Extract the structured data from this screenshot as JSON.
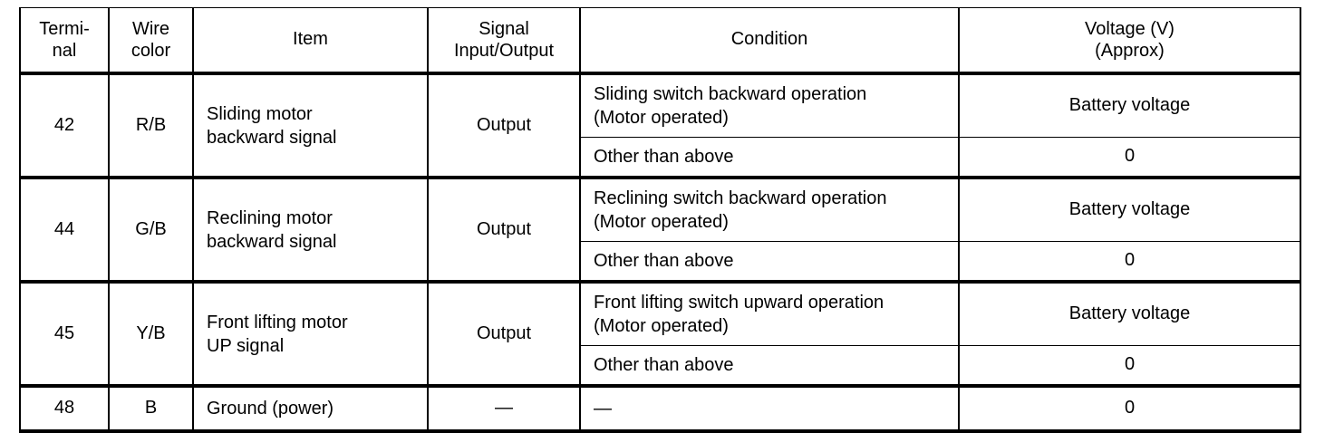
{
  "table": {
    "columns": [
      {
        "key": "terminal",
        "label_lines": [
          "Termi-",
          "nal"
        ]
      },
      {
        "key": "wire_color",
        "label_lines": [
          "Wire",
          "color"
        ]
      },
      {
        "key": "item",
        "label_lines": [
          "Item"
        ]
      },
      {
        "key": "signal_io",
        "label_lines": [
          "Signal",
          "Input/Output"
        ]
      },
      {
        "key": "condition",
        "label_lines": [
          "Condition"
        ]
      },
      {
        "key": "voltage",
        "label_lines": [
          "Voltage (V)",
          "(Approx)"
        ]
      }
    ],
    "groups": [
      {
        "terminal": "42",
        "wire_color": "R/B",
        "item_lines": [
          "Sliding motor",
          "backward signal"
        ],
        "signal_io": "Output",
        "rows": [
          {
            "condition_lines": [
              "Sliding switch backward operation",
              "(Motor operated)"
            ],
            "voltage": "Battery voltage"
          },
          {
            "condition_lines": [
              "Other than above"
            ],
            "voltage": "0"
          }
        ]
      },
      {
        "terminal": "44",
        "wire_color": "G/B",
        "item_lines": [
          "Reclining motor",
          "backward signal"
        ],
        "signal_io": "Output",
        "rows": [
          {
            "condition_lines": [
              "Reclining switch backward operation",
              "(Motor operated)"
            ],
            "voltage": "Battery voltage"
          },
          {
            "condition_lines": [
              "Other than above"
            ],
            "voltage": "0"
          }
        ]
      },
      {
        "terminal": "45",
        "wire_color": "Y/B",
        "item_lines": [
          "Front lifting motor",
          "UP signal"
        ],
        "signal_io": "Output",
        "rows": [
          {
            "condition_lines": [
              "Front lifting switch upward operation",
              "(Motor operated)"
            ],
            "voltage": "Battery voltage"
          },
          {
            "condition_lines": [
              "Other than above"
            ],
            "voltage": "0"
          }
        ]
      },
      {
        "terminal": "48",
        "wire_color": "B",
        "item_lines": [
          "Ground (power)"
        ],
        "signal_io": "—",
        "rows": [
          {
            "condition_lines": [
              "—"
            ],
            "voltage": "0"
          }
        ]
      }
    ]
  },
  "colors": {
    "rule": "#000000",
    "text": "#000000",
    "background": "#ffffff"
  }
}
